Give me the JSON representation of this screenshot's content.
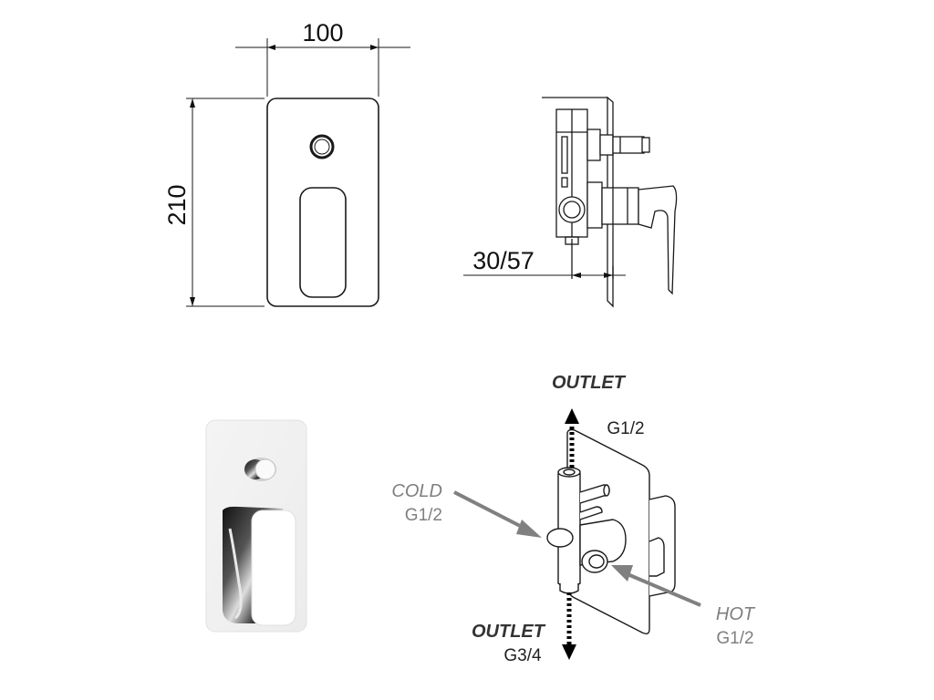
{
  "dimensions": {
    "width": "100",
    "height": "210",
    "depth": "30/57"
  },
  "connections": {
    "outlet_top": {
      "label": "OUTLET",
      "size": "G1/2"
    },
    "cold": {
      "label": "COLD",
      "size": "G1/2"
    },
    "hot": {
      "label": "HOT",
      "size": "G1/2"
    },
    "outlet_bottom": {
      "label": "OUTLET",
      "size": "G3/4"
    }
  },
  "colors": {
    "line": "#1a1a1a",
    "label_dark": "#333333",
    "label_grey": "#7f7f7f",
    "arrow_grey": "#808080",
    "chrome": "#2b2b2b"
  }
}
